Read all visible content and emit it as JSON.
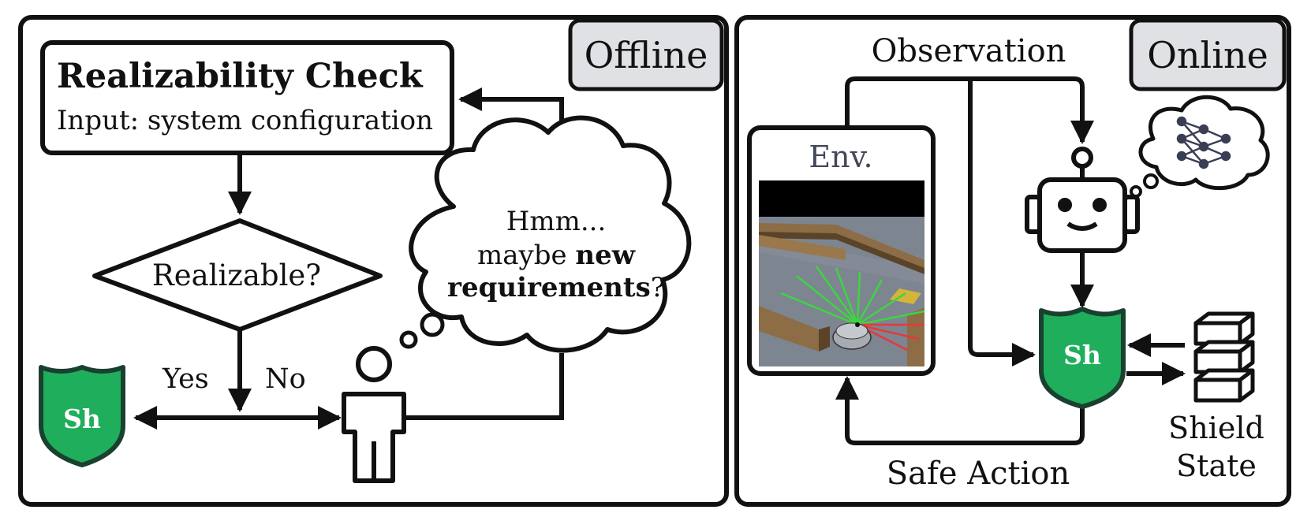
{
  "offline": {
    "badge": "Offline",
    "check_title": "Realizability Check",
    "check_input": "Input: system configuration",
    "decision": "Realizable?",
    "yes_label": "Yes",
    "no_label": "No",
    "thought_line1": "Hmm...",
    "thought_line2_normal": "maybe ",
    "thought_line2_bold": "new",
    "thought_line3_bold": "requirements",
    "thought_line3_normal": "?",
    "shield_label": "Sh"
  },
  "online": {
    "badge": "Online",
    "observation_label": "Observation",
    "env_label": "Env.",
    "shield_label": "Sh",
    "safe_action_label": "Safe Action",
    "shield_state_line1": "Shield",
    "shield_state_line2": "State"
  },
  "colors": {
    "shield_green": "#1fae5b",
    "shield_border": "#1a4030",
    "badge_fill": "#dfe1e5",
    "stroke": "#111111",
    "lidar_green": "#3cd640",
    "lidar_red": "#e8383a",
    "env_label_color": "#44475a",
    "network_color": "#3a3e55"
  },
  "icons": {
    "person": "person-icon",
    "robot": "robot-icon",
    "neural_net": "neural-network-icon",
    "state_stack": "stacked-boxes-icon",
    "shield": "shield-icon"
  }
}
